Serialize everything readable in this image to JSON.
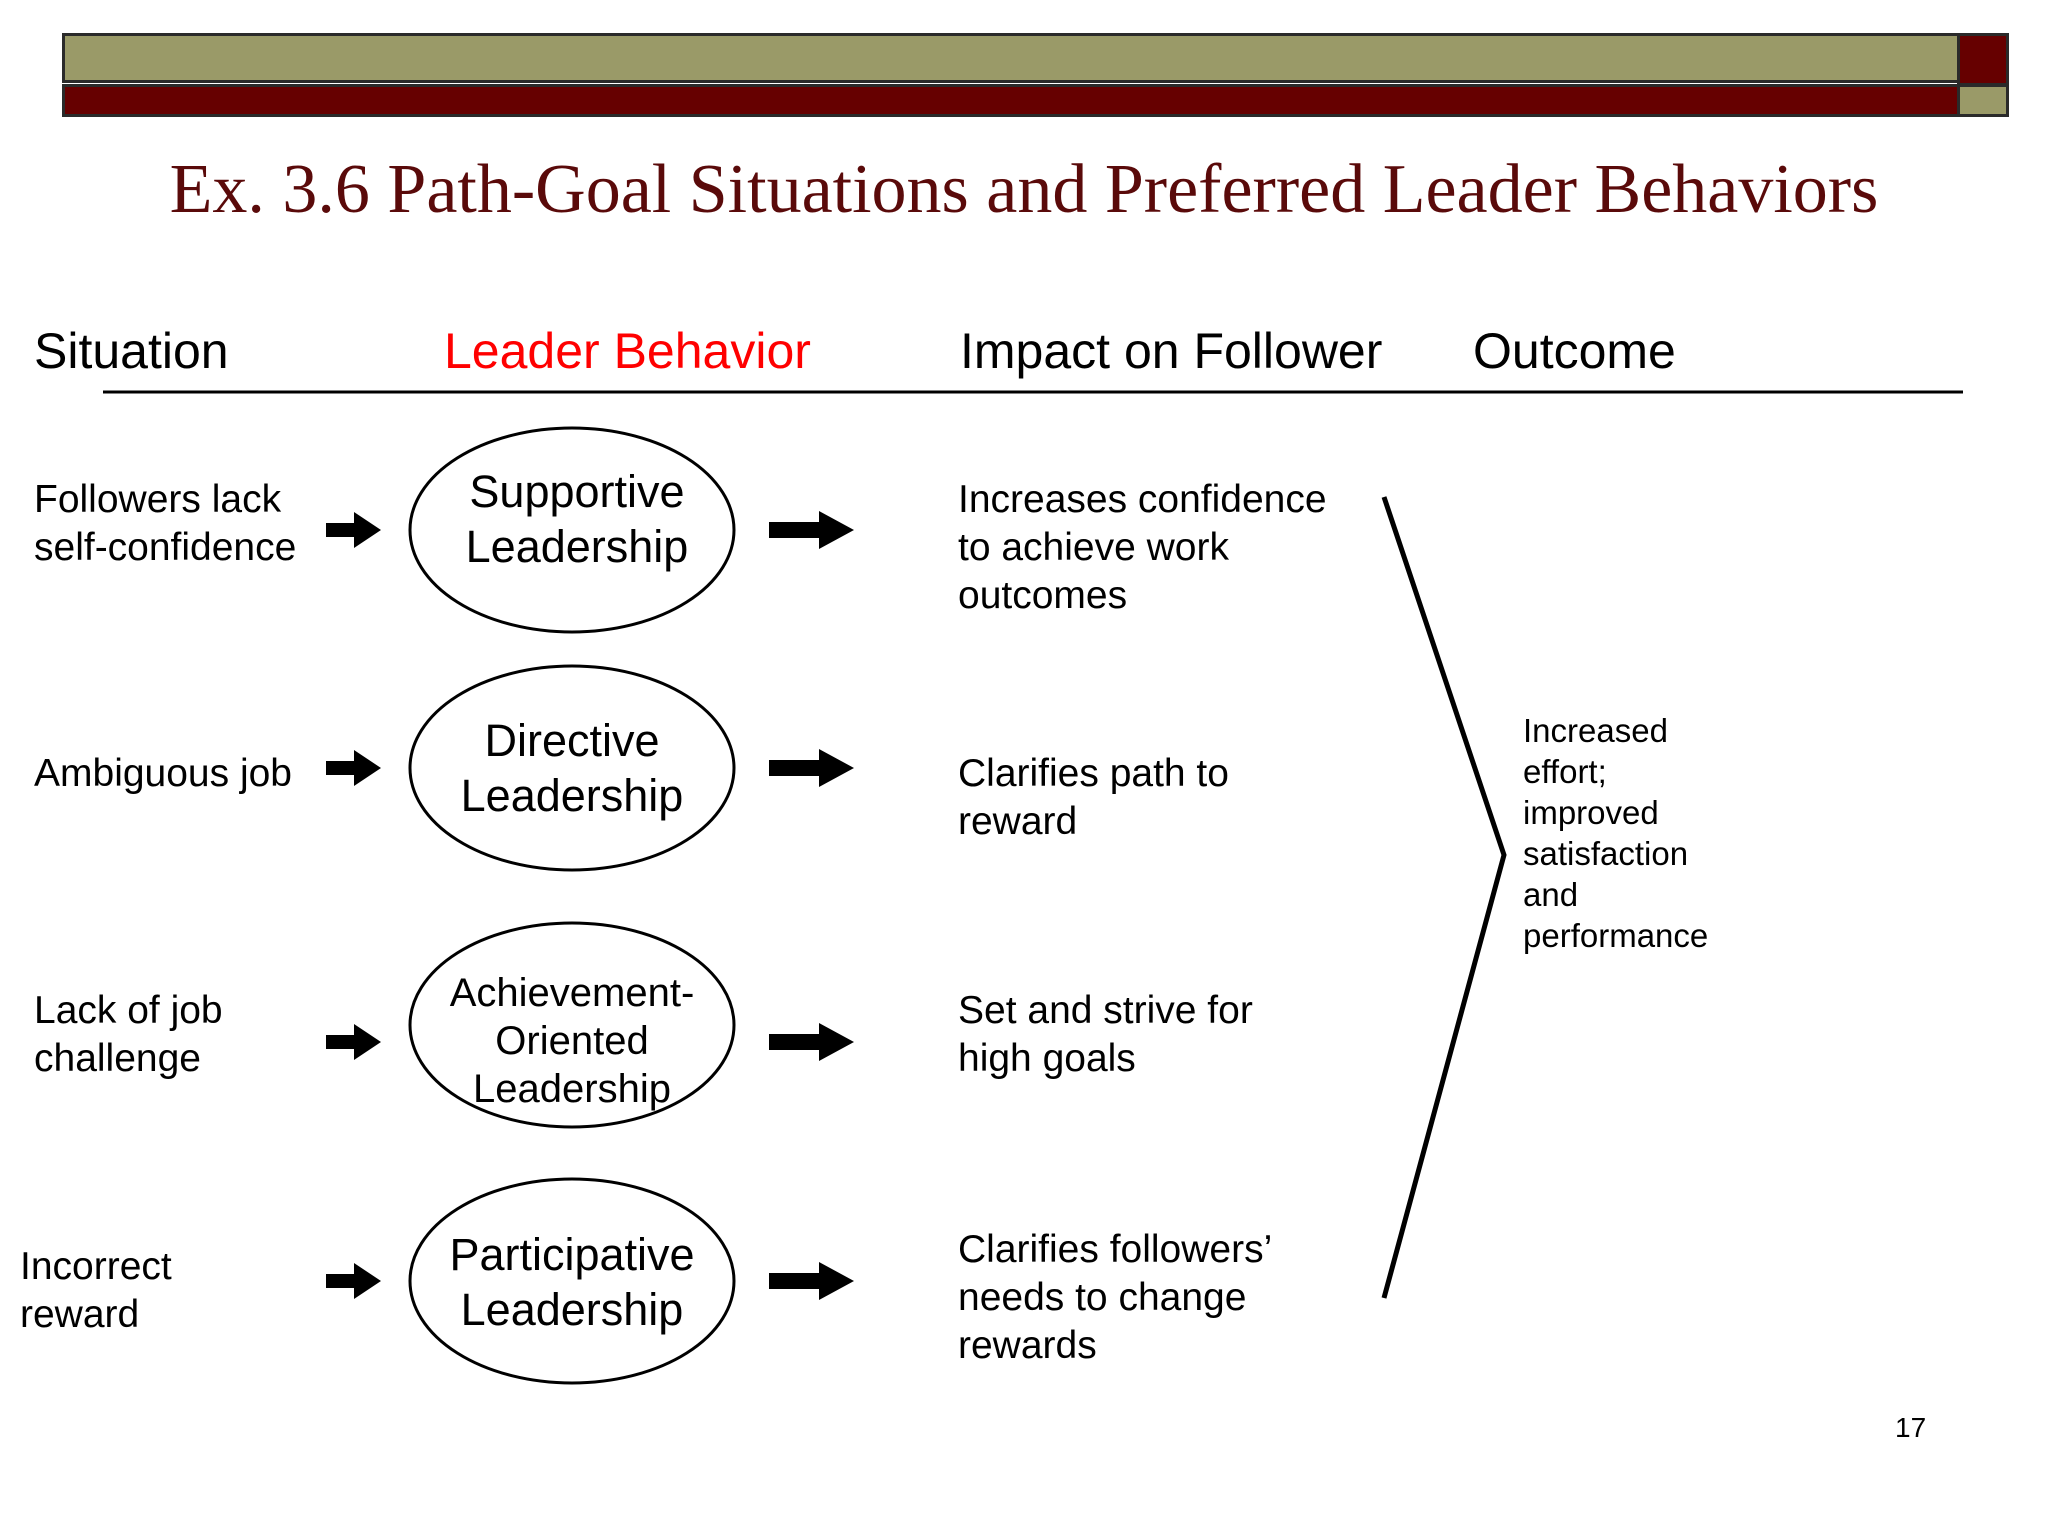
{
  "slide": {
    "title": "Ex. 3.6 Path-Goal Situations and Preferred Leader Behaviors",
    "page_number": "17",
    "colors": {
      "olive": "#9a9a68",
      "maroon": "#660000",
      "title": "#5a0a0a",
      "highlight_header": "#ff0000"
    }
  },
  "headers": {
    "situation": "Situation",
    "leader_behavior": "Leader Behavior",
    "impact": "Impact on Follower",
    "outcome": "Outcome"
  },
  "rows": [
    {
      "situation": [
        "Followers lack",
        "self-confidence"
      ],
      "behavior": [
        "Supportive",
        "Leadership"
      ],
      "impact": [
        "Increases confidence",
        "to achieve work",
        "outcomes"
      ]
    },
    {
      "situation": [
        "Ambiguous job"
      ],
      "behavior": [
        "Directive",
        "Leadership"
      ],
      "impact": [
        "Clarifies path to",
        "reward"
      ]
    },
    {
      "situation": [
        "Lack of job",
        "challenge"
      ],
      "behavior": [
        "Achievement-",
        "Oriented",
        "Leadership"
      ],
      "impact": [
        "Set and strive for",
        "high goals"
      ]
    },
    {
      "situation": [
        "Incorrect",
        "reward"
      ],
      "behavior": [
        "Participative",
        "Leadership"
      ],
      "impact": [
        "Clarifies followers’",
        "needs to change",
        "rewards"
      ]
    }
  ],
  "outcome": [
    "Increased",
    "effort;",
    "improved",
    "satisfaction",
    "and",
    "performance"
  ],
  "icons": {
    "arrow": "right-arrow-icon",
    "ellipse": "oval-shape"
  }
}
